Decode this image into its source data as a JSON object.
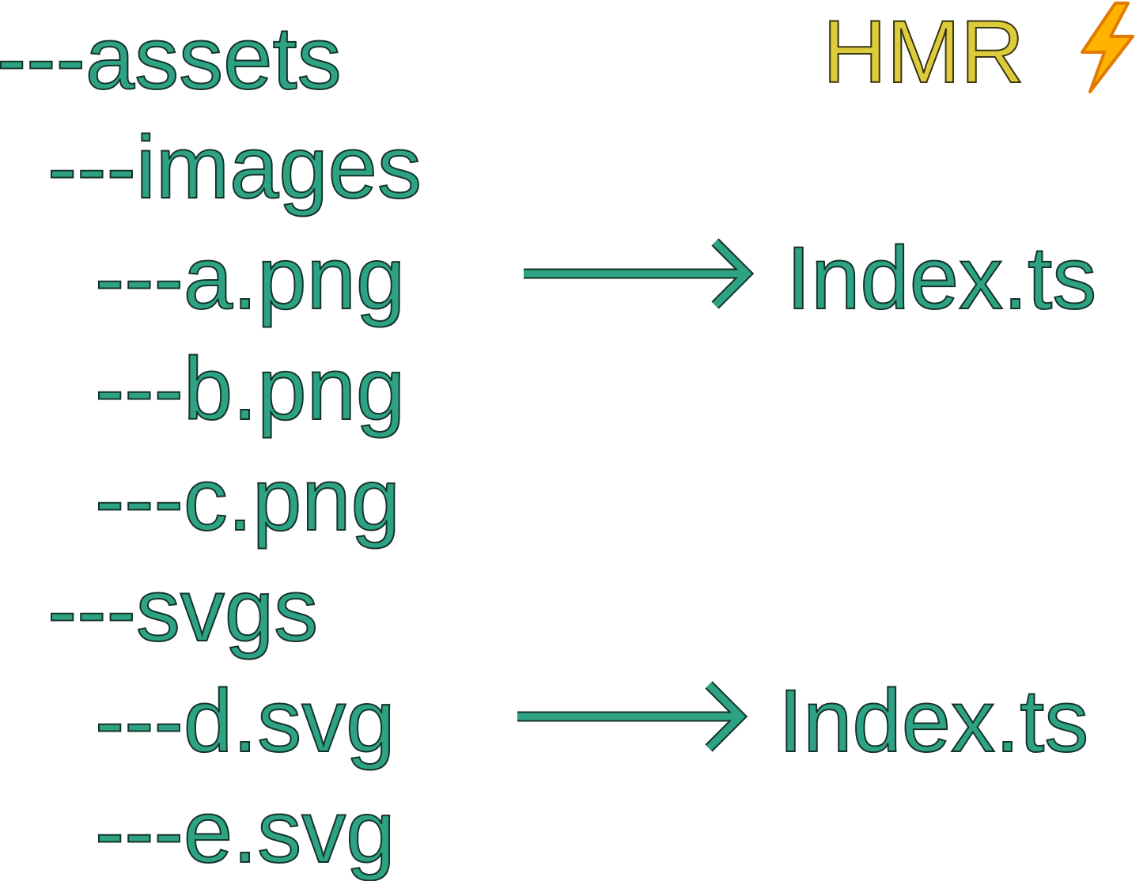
{
  "tree": [
    {
      "label": "---assets"
    },
    {
      "label": "---images"
    },
    {
      "label": "---a.png"
    },
    {
      "label": "---b.png"
    },
    {
      "label": "---c.png"
    },
    {
      "label": "---svgs"
    },
    {
      "label": "---d.svg"
    },
    {
      "label": "---e.svg"
    }
  ],
  "badge": {
    "label": "HMR",
    "icon": "lightning-icon"
  },
  "links": [
    {
      "from": "a.png",
      "target": "Index.ts"
    },
    {
      "from": "d.svg",
      "target": "Index.ts"
    }
  ],
  "colors": {
    "text": "#2ea384",
    "badge": "#dccb3a",
    "bolt": "#ffb300"
  }
}
